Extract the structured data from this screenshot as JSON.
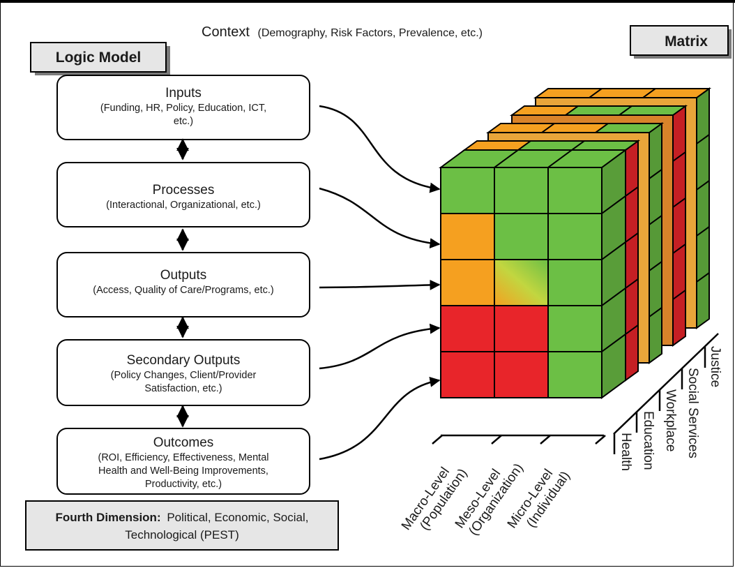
{
  "context": {
    "label": "Context",
    "detail": "(Demography, Risk Factors, Prevalence, etc.)"
  },
  "logic_model": {
    "title": "Logic Model",
    "boxes": [
      {
        "title": "Inputs",
        "lines": [
          "(Funding, HR, Policy, Education, ICT,",
          "etc.)"
        ]
      },
      {
        "title": "Processes",
        "lines": [
          "(Interactional, Organizational, etc.)"
        ]
      },
      {
        "title": "Outputs",
        "lines": [
          "(Access, Quality of Care/Programs, etc.)"
        ]
      },
      {
        "title": "Secondary Outputs",
        "lines": [
          "(Policy Changes, Client/Provider",
          "Satisfaction, etc.)"
        ]
      },
      {
        "title": "Outcomes",
        "lines": [
          "(ROI, Efficiency, Effectiveness, Mental",
          "Health and Well-Being Improvements,",
          "Productivity, etc.)"
        ]
      }
    ]
  },
  "fourth_dimension": {
    "label": "Fourth Dimension:",
    "line1": "Political, Economic, Social,",
    "line2": "Technological (PEST)"
  },
  "matrix": {
    "title": "Matrix",
    "colors": {
      "green": "#6cbf45",
      "orange": "#f5a020",
      "red": "#e8252a"
    },
    "front_face": [
      [
        "green",
        "green",
        "green"
      ],
      [
        "orange",
        "green",
        "green"
      ],
      [
        "orange",
        "gradient",
        "green"
      ],
      [
        "red",
        "red",
        "green"
      ],
      [
        "red",
        "red",
        "green"
      ]
    ],
    "back_layer_tops": [
      [
        "green",
        "green",
        "green"
      ],
      [
        "orange",
        "green",
        "green"
      ],
      [
        "orange",
        "orange",
        "green"
      ],
      [
        "orange",
        "green",
        "green"
      ],
      [
        "orange",
        "orange",
        "orange"
      ]
    ],
    "level_labels": [
      [
        "Macro-Level",
        "(Population)"
      ],
      [
        "Meso-Level",
        "(Organization)"
      ],
      [
        "Micro-Level",
        "(Individual)"
      ]
    ],
    "sector_labels": [
      "Health",
      "Education",
      "Workplace",
      "Social Services",
      "Justice"
    ]
  }
}
